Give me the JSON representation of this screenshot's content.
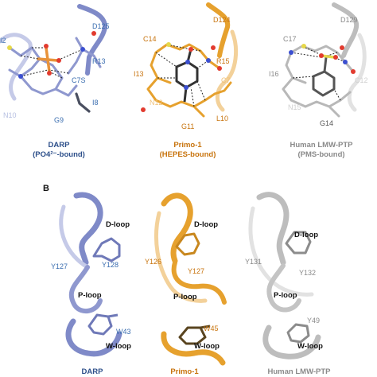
{
  "colors": {
    "darp": "#7f8ac8",
    "darp_dark": "#2d4f8a",
    "darp_label": "#3b6eb0",
    "primo": "#e6a12e",
    "primo_label": "#c8740e",
    "human": "#bdbdbd",
    "human_label": "#8a8a8a",
    "oxygen": "#e23b2f",
    "nitrogen": "#3b4fd0",
    "sulfur": "#e6d84a",
    "phosphorus": "#e8933a"
  },
  "panel_b": {
    "letter": "B"
  },
  "top": {
    "darp": {
      "residues": [
        "D125",
        "R13",
        "C7S",
        "I8",
        "G9",
        "N10",
        "I2"
      ],
      "caption_line1": "DARP",
      "caption_line2": "(PO4²⁻-bound)"
    },
    "primo": {
      "residues": [
        "D124",
        "C14",
        "R15",
        "I13",
        "C7",
        "N12",
        "G11",
        "L10"
      ],
      "caption_line1": "Primo-1",
      "caption_line2": "(HEPES-bound)"
    },
    "human": {
      "residues": [
        "D129",
        "C17",
        "I16",
        "C12",
        "N15",
        "G14"
      ],
      "caption_line1": "Human LMW-PTP",
      "caption_line2": "(PMS-bound)"
    }
  },
  "bottom": {
    "darp": {
      "loops": [
        "D-loop",
        "P-loop",
        "W-loop"
      ],
      "residues": [
        "Y127",
        "Y128",
        "W43"
      ],
      "caption": "DARP"
    },
    "primo": {
      "loops": [
        "D-loop",
        "P-loop",
        "W-loop"
      ],
      "residues": [
        "Y126",
        "Y127",
        "W45"
      ],
      "caption": "Primo-1"
    },
    "human": {
      "loops": [
        "D-loop",
        "P-loop",
        "W-loop"
      ],
      "residues": [
        "Y131",
        "Y132",
        "Y49"
      ],
      "caption": "Human LMW-PTP"
    }
  }
}
